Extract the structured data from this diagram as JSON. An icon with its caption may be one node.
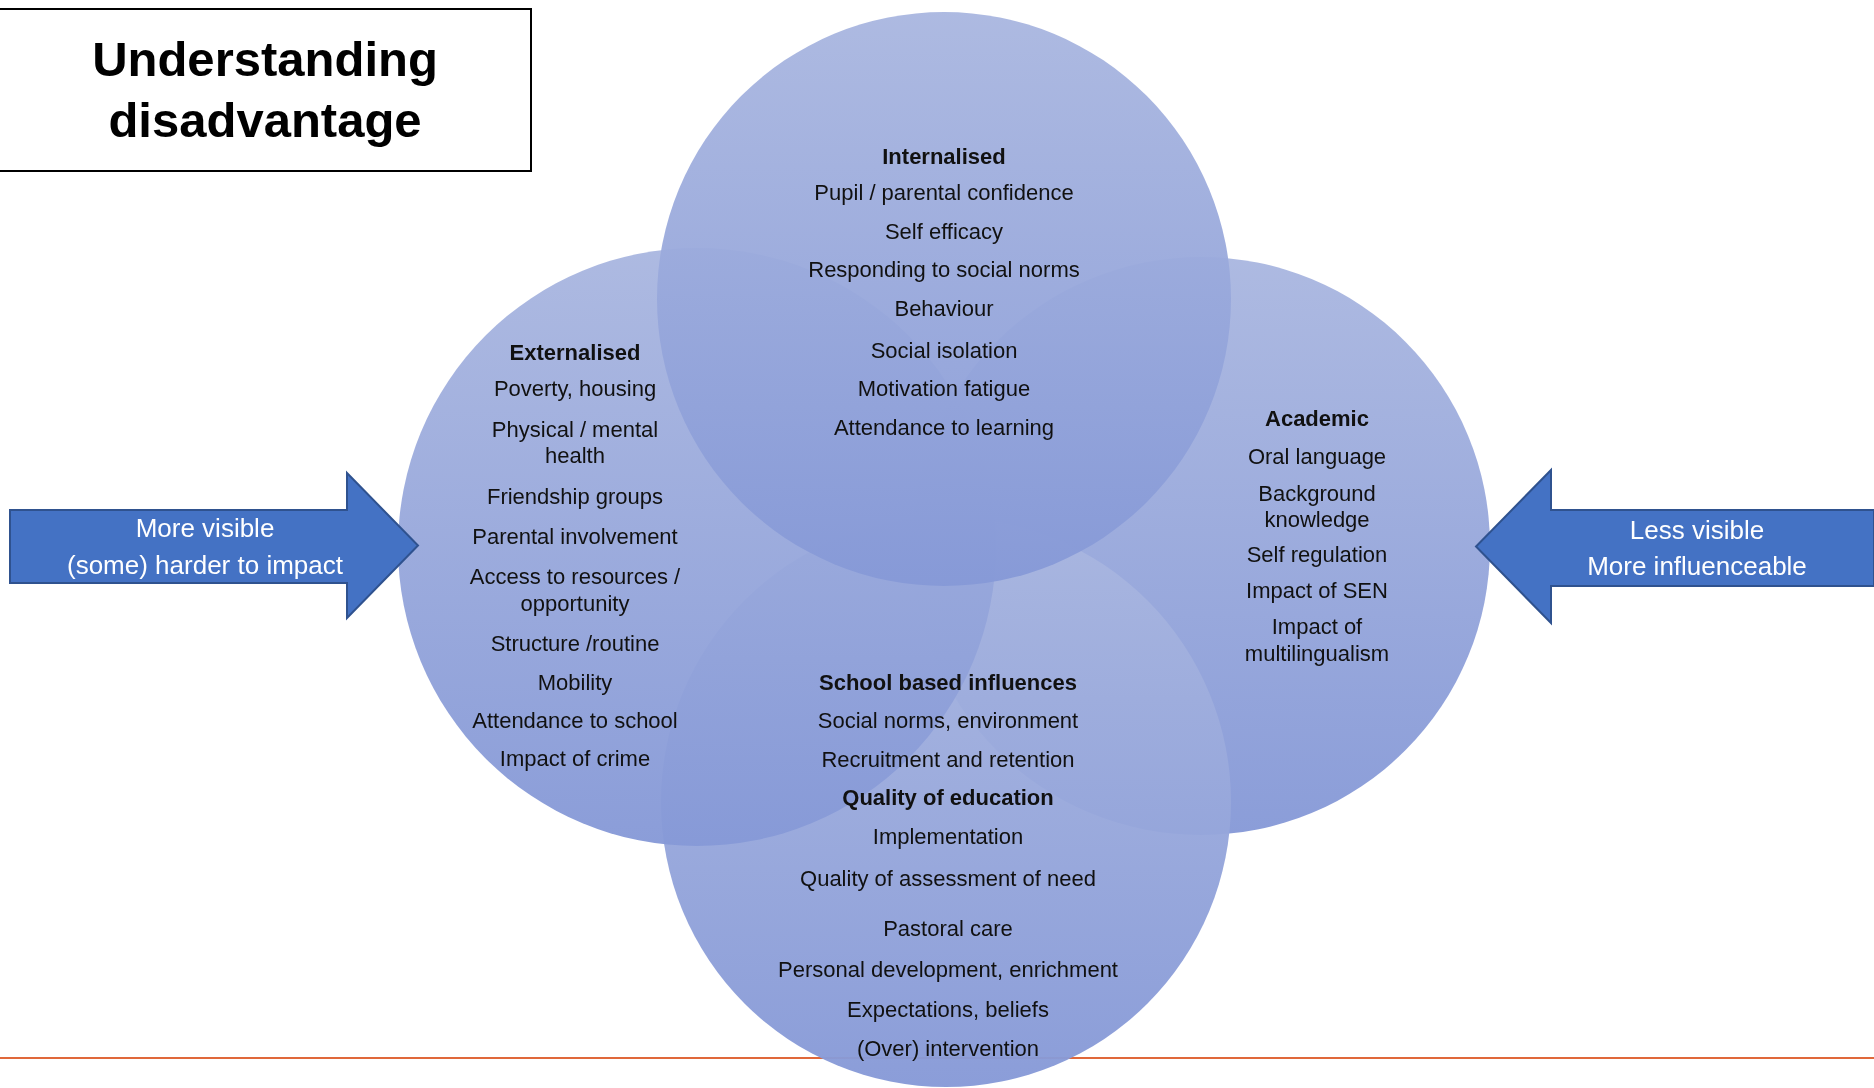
{
  "diagram": {
    "title": "Understanding disadvantage",
    "nodes": [
      {
        "text": [
          "Internalised",
          "Pupil / parental confidence",
          "Self efficacy",
          "Responding to social norms",
          "Behaviour",
          "Social isolation",
          "Motivation fatigue",
          "Attendance to learning"
        ]
      },
      {
        "text": [
          "Externalised",
          "Poverty, housing",
          "Physical / mental health",
          "Friendship groups",
          "Parental involvement",
          "Access to resources / opportunity",
          "Structure /routine",
          "Mobility",
          "Attendance to school",
          "Impact of crime"
        ]
      },
      {
        "text": [
          "Academic",
          "Oral language",
          "Background knowledge",
          "Self regulation",
          "Impact of SEN",
          "Impact of multilingualism"
        ]
      },
      {
        "text": [
          "School based influences",
          "Social norms, environment",
          "Recruitment and retention",
          "Quality of education",
          "Implementation",
          "Quality of assessment of need",
          "Pastoral care",
          "Personal development, enrichment",
          "Expectations, beliefs",
          "(Over) intervention"
        ]
      },
      {
        "text": [
          "More visible",
          "(some) harder to impact"
        ]
      },
      {
        "text": [
          "Less visible",
          "More influenceable"
        ]
      }
    ]
  }
}
